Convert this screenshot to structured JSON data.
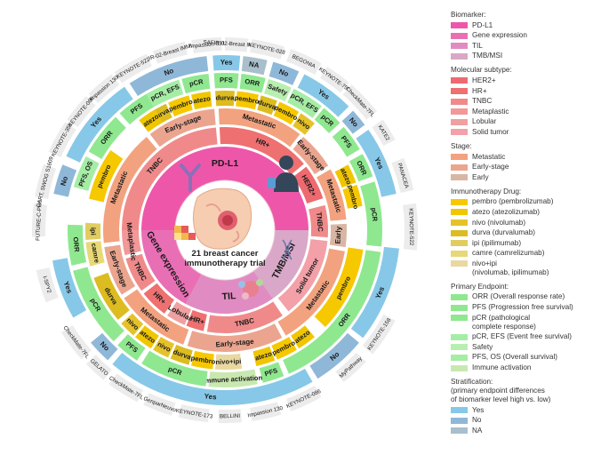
{
  "center": {
    "title_line1": "21 breast cancer",
    "title_line2": "immunotherapy trial"
  },
  "biomarkers": [
    {
      "label": "PD-L1",
      "color": "#ee57a9",
      "start": -90,
      "end": 90
    },
    {
      "label": "TMB/MSI",
      "color": "#d9a8c8",
      "start": 90,
      "end": 145
    },
    {
      "label": "TIL",
      "color": "#e08cc2",
      "start": 145,
      "end": 208
    },
    {
      "label": "Gene expression",
      "color": "#e96fb5",
      "start": 208,
      "end": 270
    }
  ],
  "subtypes": [
    {
      "label": "TNBC",
      "color": "#f08a8a",
      "start": -90,
      "end": -5
    },
    {
      "label": "HR+",
      "color": "#ee7070",
      "start": -3,
      "end": 50
    },
    {
      "label": "HER2+",
      "color": "#ee6a70",
      "start": 52,
      "end": 72
    },
    {
      "label": "TNBC",
      "color": "#f08a8a",
      "start": 76,
      "end": 94
    },
    {
      "label": "Solid tumor",
      "color": "#f3a0a8",
      "start": 96,
      "end": 142
    },
    {
      "label": "TNBC",
      "color": "#f08a8a",
      "start": 146,
      "end": 190
    },
    {
      "label": "HR+",
      "color": "#ee7070",
      "start": 192,
      "end": 202
    },
    {
      "label": "Lobular",
      "color": "#f0a0a0",
      "start": 203,
      "end": 214
    },
    {
      "label": "HR+",
      "color": "#ee7070",
      "start": 216,
      "end": 232
    },
    {
      "label": "TNBC",
      "color": "#f08a8a",
      "start": 234,
      "end": 254
    },
    {
      "label": "Metaplastic",
      "color": "#f29898",
      "start": 256,
      "end": 270
    }
  ],
  "stages": [
    {
      "label": "Early-stage",
      "color": "#eba58f",
      "start": -38,
      "end": -5
    },
    {
      "label": "Metastatic",
      "color": "#f3a27f",
      "start": -3,
      "end": 38
    },
    {
      "label": "Early-stage",
      "color": "#eba58f",
      "start": 40,
      "end": 58
    },
    {
      "label": "Metastatic",
      "color": "#f3a27f",
      "start": 60,
      "end": 85
    },
    {
      "label": "Early",
      "color": "#d9b6a3",
      "start": 87,
      "end": 98
    },
    {
      "label": "Metastatic",
      "color": "#f3a27f",
      "start": 100,
      "end": 150
    },
    {
      "label": "Early-stage",
      "color": "#eba58f",
      "start": 152,
      "end": 198
    },
    {
      "label": "Metastatic",
      "color": "#f3a27f",
      "start": 200,
      "end": 236
    },
    {
      "label": "Early-stage",
      "color": "#eba58f",
      "start": 238,
      "end": 262
    },
    {
      "label": "Metastatic",
      "color": "#f3a27f",
      "start": 264,
      "end": 320
    }
  ],
  "drugs": [
    {
      "label": "atezo",
      "color": "#f0c600",
      "start": -14,
      "end": -6
    },
    {
      "label": "pembro",
      "color": "#f6c800",
      "start": -24,
      "end": -15
    },
    {
      "label": "durva",
      "color": "#dcbc20",
      "start": -33,
      "end": -25
    },
    {
      "label": "durva",
      "color": "#dcbc20",
      "start": -4,
      "end": 4
    },
    {
      "label": "pembro",
      "color": "#f6c800",
      "start": 5,
      "end": 14
    },
    {
      "label": "durva",
      "color": "#dcbc20",
      "start": 15,
      "end": 22
    },
    {
      "label": "pembro",
      "color": "#f6c800",
      "start": 23,
      "end": 32
    },
    {
      "label": "nivo",
      "color": "#e6c22a",
      "start": 33,
      "end": 40
    },
    {
      "label": "atezo",
      "color": "#f0c600",
      "start": 62,
      "end": 70
    },
    {
      "label": "pembro",
      "color": "#f6c800",
      "start": 71,
      "end": 80
    },
    {
      "label": "pembro",
      "color": "#f6c800",
      "start": 98,
      "end": 134
    },
    {
      "label": "atezo",
      "color": "#f0c600",
      "start": 140,
      "end": 148
    },
    {
      "label": "pembro",
      "color": "#f6c800",
      "start": 149,
      "end": 158
    },
    {
      "label": "atezo",
      "color": "#f0c600",
      "start": 159,
      "end": 167
    },
    {
      "label": "nivo+ipi",
      "color": "#ead8a0",
      "start": 173,
      "end": 184
    },
    {
      "label": "pembro",
      "color": "#f6c800",
      "start": 185,
      "end": 194
    },
    {
      "label": "durva",
      "color": "#dcbc20",
      "start": 195,
      "end": 203
    },
    {
      "label": "nivo",
      "color": "#e6c22a",
      "start": 204,
      "end": 211
    },
    {
      "label": "atezo",
      "color": "#f0c600",
      "start": 212,
      "end": 220
    },
    {
      "label": "nivo",
      "color": "#e6c22a",
      "start": 221,
      "end": 228
    },
    {
      "label": "durva",
      "color": "#dcbc20",
      "start": 230,
      "end": 250
    },
    {
      "label": "camre",
      "color": "#e8d878",
      "start": 255,
      "end": 265
    },
    {
      "label": "ipi",
      "color": "#e0cc60",
      "start": 266,
      "end": 273
    },
    {
      "label": "pembro",
      "color": "#f6c800",
      "start": 283,
      "end": 305
    },
    {
      "label": "atezo",
      "color": "#f0c600",
      "start": 322,
      "end": 330
    }
  ],
  "endpoints": [
    {
      "label": "pCR",
      "color": "#8fe88f",
      "start": -16,
      "end": -6
    },
    {
      "label": "pCR, EFS",
      "color": "#a5eda5",
      "start": -30,
      "end": -17
    },
    {
      "label": "PFS",
      "color": "#8fe88f",
      "start": -4,
      "end": 5
    },
    {
      "label": "ORR",
      "color": "#8fe88f",
      "start": 6,
      "end": 15
    },
    {
      "label": "Safety",
      "color": "#b8efb0",
      "start": 16,
      "end": 25
    },
    {
      "label": "pCR, EFS",
      "color": "#a5eda5",
      "start": 26,
      "end": 38
    },
    {
      "label": "pCR",
      "color": "#8fe88f",
      "start": 39,
      "end": 47
    },
    {
      "label": "PFS",
      "color": "#8fe88f",
      "start": 49,
      "end": 59
    },
    {
      "label": "ORR",
      "color": "#8fe88f",
      "start": 61,
      "end": 70
    },
    {
      "label": "pCR",
      "color": "#8fe88f",
      "start": 72,
      "end": 96
    },
    {
      "label": "ORR",
      "color": "#8fe88f",
      "start": 98,
      "end": 156
    },
    {
      "label": "PFS",
      "color": "#8fe88f",
      "start": 158,
      "end": 166
    },
    {
      "label": "Immune activation",
      "color": "#c8e8b0",
      "start": 168,
      "end": 186
    },
    {
      "label": "pCR",
      "color": "#8fe88f",
      "start": 187,
      "end": 212
    },
    {
      "label": "PFS",
      "color": "#8fe88f",
      "start": 214,
      "end": 223
    },
    {
      "label": "pCR",
      "color": "#8fe88f",
      "start": 225,
      "end": 255
    },
    {
      "label": "ORR",
      "color": "#8fe88f",
      "start": 257,
      "end": 272
    },
    {
      "label": "PFS, OS",
      "color": "#a5eda5",
      "start": 286,
      "end": 298
    },
    {
      "label": "PFS",
      "color": "#8fe88f",
      "start": 318,
      "end": 330
    },
    {
      "label": "ORR",
      "color": "#8fe88f",
      "start": 300,
      "end": 316
    }
  ],
  "stratification": [
    {
      "label": "No",
      "color": "#8fb8d8",
      "start": -33,
      "end": -6
    },
    {
      "label": "Yes",
      "color": "#87c8e8",
      "start": -4,
      "end": 5
    },
    {
      "label": "NA",
      "color": "#a9bfcc",
      "start": 6,
      "end": 14
    },
    {
      "label": "No",
      "color": "#8fb8d8",
      "start": 16,
      "end": 25
    },
    {
      "label": "Yes",
      "color": "#87c8e8",
      "start": 27,
      "end": 45
    },
    {
      "label": "No",
      "color": "#8fb8d8",
      "start": 47,
      "end": 53
    },
    {
      "label": "Yes",
      "color": "#87c8e8",
      "start": 55,
      "end": 78
    },
    {
      "label": "Yes",
      "color": "#87c8e8",
      "start": 96,
      "end": 128
    },
    {
      "label": "No",
      "color": "#8fb8d8",
      "start": 130,
      "end": 148
    },
    {
      "label": "Yes",
      "color": "#87c8e8",
      "start": 150,
      "end": 220
    },
    {
      "label": "No",
      "color": "#8fb8d8",
      "start": 222,
      "end": 230
    },
    {
      "label": "Yes",
      "color": "#87c8e8",
      "start": 240,
      "end": 260
    },
    {
      "label": "No",
      "color": "#8fb8d8",
      "start": 282,
      "end": 292
    },
    {
      "label": "Yes",
      "color": "#87c8e8",
      "start": 295,
      "end": 325
    }
  ],
  "trials": [
    {
      "label": "SAFIR-02-Breast IMMUNO",
      "start": -22,
      "end": -12
    },
    {
      "label": "KEYNOTE-522",
      "start": -35,
      "end": -24
    },
    {
      "label": "Impassion 031",
      "start": -10,
      "end": -1
    },
    {
      "label": "SAFIR-02-Breast IMMUNO",
      "start": 0,
      "end": 7
    },
    {
      "label": "KEYNOTE-028",
      "start": 8,
      "end": 18
    },
    {
      "label": "BEGONIA",
      "start": 20,
      "end": 30
    },
    {
      "label": "KEYNOTE-756",
      "start": 32,
      "end": 40
    },
    {
      "label": "CheckMate-7FL",
      "start": 41,
      "end": 52
    },
    {
      "label": "KATE2",
      "start": 55,
      "end": 62
    },
    {
      "label": "PANACEA",
      "start": 68,
      "end": 78
    },
    {
      "label": "KEYNOTE-522",
      "start": 82,
      "end": 96
    },
    {
      "label": "KEYNOTE-158",
      "start": 118,
      "end": 130
    },
    {
      "label": "MyPathway",
      "start": 133,
      "end": 142
    },
    {
      "label": "KEYNOTE-086",
      "start": 150,
      "end": 160
    },
    {
      "label": "Impassion 130",
      "start": 163,
      "end": 172
    },
    {
      "label": "BELLINI",
      "start": 175,
      "end": 182
    },
    {
      "label": "KEYNOTE-173",
      "start": 185,
      "end": 194
    },
    {
      "label": "GenparNeuvo",
      "start": 196,
      "end": 205
    },
    {
      "label": "CheckMate-7FL",
      "start": 207,
      "end": 217
    },
    {
      "label": "GELATO",
      "start": 219,
      "end": 226
    },
    {
      "label": "CheckMate-7FL",
      "start": 228,
      "end": 238
    },
    {
      "label": "I-SPY2",
      "start": 248,
      "end": 258
    },
    {
      "label": "FUTURE-C-Plus",
      "start": 268,
      "end": 278
    },
    {
      "label": "DART, SWOG S1609",
      "start": 280,
      "end": 290
    },
    {
      "label": "KEYNOTE-355",
      "start": 294,
      "end": 304
    },
    {
      "label": "KEYNOTE-086",
      "start": 305,
      "end": 314
    },
    {
      "label": "Impassion 130",
      "start": 315,
      "end": 324
    }
  ],
  "legend": {
    "biomarker": {
      "title": "Biomarker:",
      "items": [
        {
          "label": "PD-L1",
          "color": "#ee57a9"
        },
        {
          "label": "Gene expression",
          "color": "#e96fb5"
        },
        {
          "label": "TIL",
          "color": "#e08cc2"
        },
        {
          "label": "TMB/MSI",
          "color": "#d9a8c8"
        }
      ]
    },
    "subtype": {
      "title": "Molecular subtype:",
      "items": [
        {
          "label": "HER2+",
          "color": "#ee6a70"
        },
        {
          "label": "HR+",
          "color": "#ee7070"
        },
        {
          "label": "TNBC",
          "color": "#f08a8a"
        },
        {
          "label": "Metaplastic",
          "color": "#f29898"
        },
        {
          "label": "Lobular",
          "color": "#f0a0a0"
        },
        {
          "label": "Solid tumor",
          "color": "#f3a0a8"
        }
      ]
    },
    "stage": {
      "title": "Stage:",
      "items": [
        {
          "label": "Metastatic",
          "color": "#f3a27f"
        },
        {
          "label": "Early-stage",
          "color": "#eba58f"
        },
        {
          "label": "Early",
          "color": "#d9b6a3"
        }
      ]
    },
    "drug": {
      "title": "Immunotherapy Drug:",
      "items": [
        {
          "label": "pembro (pembrolizumab)",
          "color": "#f6c800"
        },
        {
          "label": "atezo (atezolizumab)",
          "color": "#f0c600"
        },
        {
          "label": "nivo (nivolumab)",
          "color": "#e6c22a"
        },
        {
          "label": "durva (durvalumab)",
          "color": "#dcbc20"
        },
        {
          "label": "ipi (ipilimumab)",
          "color": "#e0cc60"
        },
        {
          "label": "camre (camrelizumab)",
          "color": "#e8d878"
        },
        {
          "label": "nivo+ipi\n(nivolumab, ipilimumab)",
          "color": "#ead8a0"
        }
      ]
    },
    "endpoint": {
      "title": "Primary Endpoint:",
      "items": [
        {
          "label": "ORR (Overall response rate)",
          "color": "#8fe88f"
        },
        {
          "label": "PFS (Progression free survival)",
          "color": "#8fe88f"
        },
        {
          "label": "pCR (pathological\ncomplete response)",
          "color": "#8fe88f"
        },
        {
          "label": "pCR, EFS (Event free survival)",
          "color": "#a5eda5"
        },
        {
          "label": "Safety",
          "color": "#b8efb0"
        },
        {
          "label": "PFS, OS (Overall survival)",
          "color": "#a5eda5"
        },
        {
          "label": "Immune activation",
          "color": "#c8e8b0"
        }
      ]
    },
    "strat": {
      "title": "Stratification:\n(primary endpoint differences\nof biomarker level high vs. low)",
      "items": [
        {
          "label": "Yes",
          "color": "#87c8e8"
        },
        {
          "label": "No",
          "color": "#8fb8d8"
        },
        {
          "label": "NA",
          "color": "#a9bfcc"
        }
      ]
    }
  }
}
